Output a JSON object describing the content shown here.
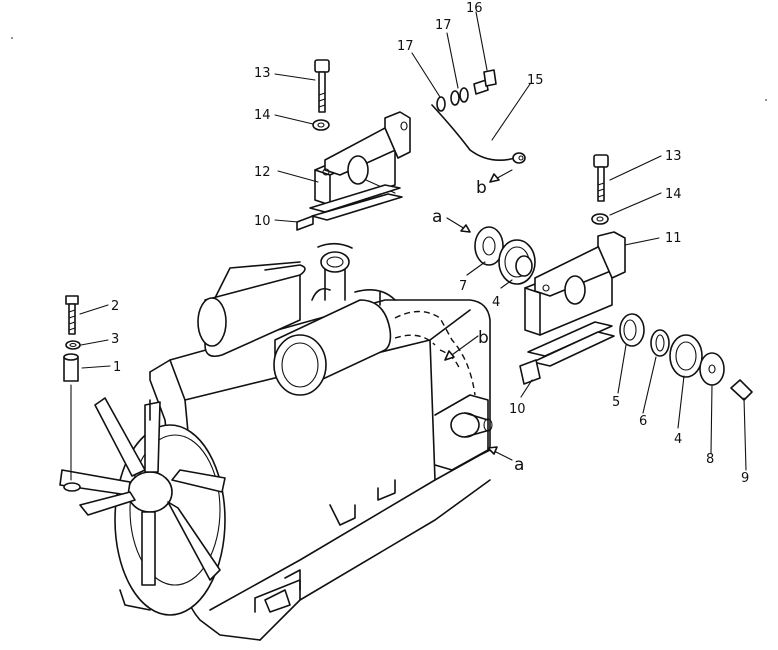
{
  "callouts": {
    "c1": "1",
    "c2": "2",
    "c3": "3",
    "c4a": "4",
    "c4b": "4",
    "c5": "5",
    "c6": "6",
    "c7": "7",
    "c8": "8",
    "c9": "9",
    "c10a": "10",
    "c10b": "10",
    "c11": "11",
    "c12": "12",
    "c13a": "13",
    "c13b": "13",
    "c14a": "14",
    "c14b": "14",
    "c15": "15",
    "c16": "16",
    "c17a": "17",
    "c17b": "17"
  },
  "refs": {
    "a_top": "a",
    "a_bottom": "a",
    "b_top": "b",
    "b_engine": "b"
  }
}
